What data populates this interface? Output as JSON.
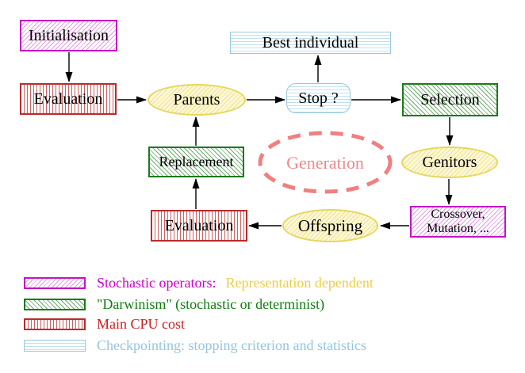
{
  "diagram": {
    "title_semantic": "evolutionary-algorithm-cycle",
    "nodes": {
      "initialisation": "Initialisation",
      "evaluation_top": "Evaluation",
      "parents": "Parents",
      "best_individual": "Best individual",
      "stop": "Stop ?",
      "selection": "Selection",
      "replacement": "Replacement",
      "generation": "Generation",
      "genitors": "Genitors",
      "evaluation_bottom": "Evaluation",
      "crossover_line1": "Crossover,",
      "crossover_line2": "Mutation, ...",
      "offspring": "Offspring"
    },
    "edges": [
      "initialisation->evaluation_top",
      "evaluation_top->parents",
      "parents->stop",
      "stop->best_individual",
      "stop->selection",
      "selection->genitors",
      "genitors->crossover",
      "crossover->offspring",
      "offspring->evaluation_bottom",
      "evaluation_bottom->replacement",
      "replacement->parents"
    ]
  },
  "legend": {
    "items": [
      {
        "swatch": "magenta-diagonal-hatch",
        "label": "Stochastic operators:",
        "label2": "Representation dependent"
      },
      {
        "swatch": "green-diagonal-hatch",
        "label": "\"Darwinism\" (stochastic or determinist)"
      },
      {
        "swatch": "red-vertical-stripes",
        "label": "Main CPU cost"
      },
      {
        "swatch": "cyan-horizontal-stripes",
        "label": "Checkpointing: stopping criterion and statistics"
      }
    ]
  },
  "colors": {
    "magenta": "#CC00CC",
    "yellow_text": "#EDCE45",
    "green": "#0E7E0E",
    "red": "#CC2020",
    "cyan_text": "#93C6E2",
    "salmon_dashed": "#F08080",
    "yellow_node_border": "#E5D75C",
    "arrow": "#000000"
  }
}
